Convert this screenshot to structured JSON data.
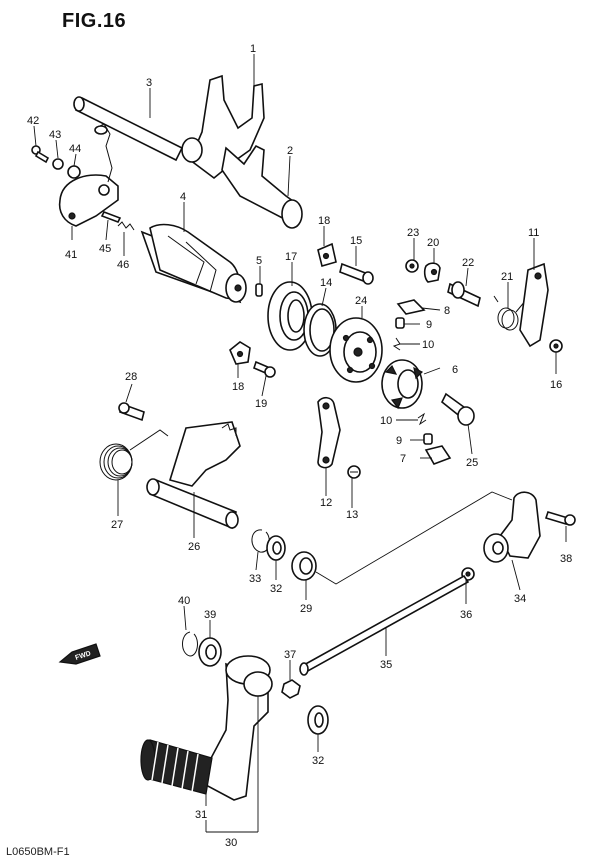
{
  "figure": {
    "title": "FIG.16",
    "code": "L0650BM-F1"
  },
  "forward_arrow": {
    "label": "FWD"
  },
  "parts": [
    {
      "id": "p1",
      "label": "1"
    },
    {
      "id": "p2",
      "label": "2"
    },
    {
      "id": "p3",
      "label": "3"
    },
    {
      "id": "p4",
      "label": "4"
    },
    {
      "id": "p5",
      "label": "5"
    },
    {
      "id": "p6",
      "label": "6"
    },
    {
      "id": "p7",
      "label": "7"
    },
    {
      "id": "p8",
      "label": "8"
    },
    {
      "id": "p9a",
      "label": "9"
    },
    {
      "id": "p9b",
      "label": "9"
    },
    {
      "id": "p10a",
      "label": "10"
    },
    {
      "id": "p10b",
      "label": "10"
    },
    {
      "id": "p11",
      "label": "11"
    },
    {
      "id": "p12",
      "label": "12"
    },
    {
      "id": "p13",
      "label": "13"
    },
    {
      "id": "p14",
      "label": "14"
    },
    {
      "id": "p15",
      "label": "15"
    },
    {
      "id": "p16",
      "label": "16"
    },
    {
      "id": "p17",
      "label": "17"
    },
    {
      "id": "p18a",
      "label": "18"
    },
    {
      "id": "p18b",
      "label": "18"
    },
    {
      "id": "p19",
      "label": "19"
    },
    {
      "id": "p20",
      "label": "20"
    },
    {
      "id": "p21",
      "label": "21"
    },
    {
      "id": "p22",
      "label": "22"
    },
    {
      "id": "p23",
      "label": "23"
    },
    {
      "id": "p24",
      "label": "24"
    },
    {
      "id": "p25",
      "label": "25"
    },
    {
      "id": "p26",
      "label": "26"
    },
    {
      "id": "p27",
      "label": "27"
    },
    {
      "id": "p28",
      "label": "28"
    },
    {
      "id": "p29",
      "label": "29"
    },
    {
      "id": "p30",
      "label": "30"
    },
    {
      "id": "p31",
      "label": "31"
    },
    {
      "id": "p32a",
      "label": "32"
    },
    {
      "id": "p32b",
      "label": "32"
    },
    {
      "id": "p33",
      "label": "33"
    },
    {
      "id": "p34",
      "label": "34"
    },
    {
      "id": "p35",
      "label": "35"
    },
    {
      "id": "p36",
      "label": "36"
    },
    {
      "id": "p37",
      "label": "37"
    },
    {
      "id": "p38",
      "label": "38"
    },
    {
      "id": "p39",
      "label": "39"
    },
    {
      "id": "p40",
      "label": "40"
    },
    {
      "id": "p41",
      "label": "41"
    },
    {
      "id": "p42",
      "label": "42"
    },
    {
      "id": "p43",
      "label": "43"
    },
    {
      "id": "p44",
      "label": "44"
    },
    {
      "id": "p45",
      "label": "45"
    },
    {
      "id": "p46",
      "label": "46"
    }
  ]
}
